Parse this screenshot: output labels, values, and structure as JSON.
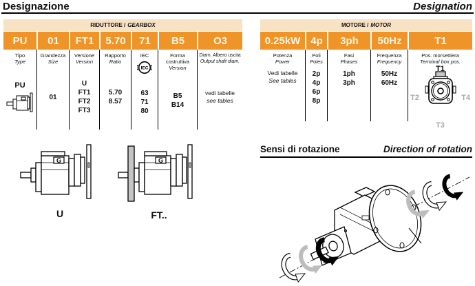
{
  "page": {
    "heading_it": "Designazione",
    "heading_en": "Designation"
  },
  "colors": {
    "orange": "#ee9429",
    "peach": "#f8e2c4",
    "code_text": "#fdf5e2",
    "gray_label": "#a9a9a9"
  },
  "icons": {
    "g_logo": "G",
    "iec_logo": "IEC"
  },
  "gearbox": {
    "header_it": "RIDUTTORE /",
    "header_en": "GEARBOX",
    "codes": [
      "PU",
      "01",
      "FT1",
      "5.70",
      "71",
      "B5",
      "O3"
    ],
    "cols": [
      {
        "label_it": "Tipo",
        "label_en": "Type",
        "v0": "PU"
      },
      {
        "label_it": "Grandezza",
        "label_en": "Size",
        "v0": "01"
      },
      {
        "label_it": "Versione",
        "label_en": "Version",
        "v0": "U",
        "v1": "FT1",
        "v2": "FT2",
        "v3": "FT3"
      },
      {
        "label_it": "Rapporto",
        "label_en": "Ratio",
        "v0": "5.70",
        "v1": "8.57"
      },
      {
        "label_it": "IEC",
        "v0": "63",
        "v1": "71",
        "v2": "80"
      },
      {
        "label_it": "Forma costruttiva",
        "label_en": "Version",
        "v0": "B5",
        "v1": "B14"
      },
      {
        "label_it": "Diam. Albero uscita",
        "label_en": "Output shaft diam.",
        "v0": "vedi tabelle",
        "v1": "see tables"
      }
    ],
    "drawing_labels": {
      "u": "U",
      "ft": "FT.."
    }
  },
  "motor": {
    "header_it": "MOTORE /",
    "header_en": "MOTOR",
    "codes": [
      "0.25kW",
      "4p",
      "3ph",
      "50Hz",
      "T1"
    ],
    "cols": [
      {
        "label_it": "Potenza",
        "label_en": "Power",
        "v0": "Vedi tabelle",
        "v1": "See tables"
      },
      {
        "label_it": "Poli",
        "label_en": "Poles",
        "v0": "2p",
        "v1": "4p",
        "v2": "6p",
        "v3": "8p"
      },
      {
        "label_it": "Fasi",
        "label_en": "Phases",
        "v0": "1ph",
        "v1": "3ph"
      },
      {
        "label_it": "Frequenza",
        "label_en": "Frequency",
        "v0": "50Hz",
        "v1": "60Hz"
      },
      {
        "label_it": "Pos. morsettiera",
        "label_en": "Terminal box pos.",
        "t1": "T1",
        "t2": "T2",
        "t3": "T3",
        "t4": "T4"
      }
    ]
  },
  "rotation": {
    "heading_it": "Sensi di rotazione",
    "heading_en": "Direction of rotation"
  }
}
